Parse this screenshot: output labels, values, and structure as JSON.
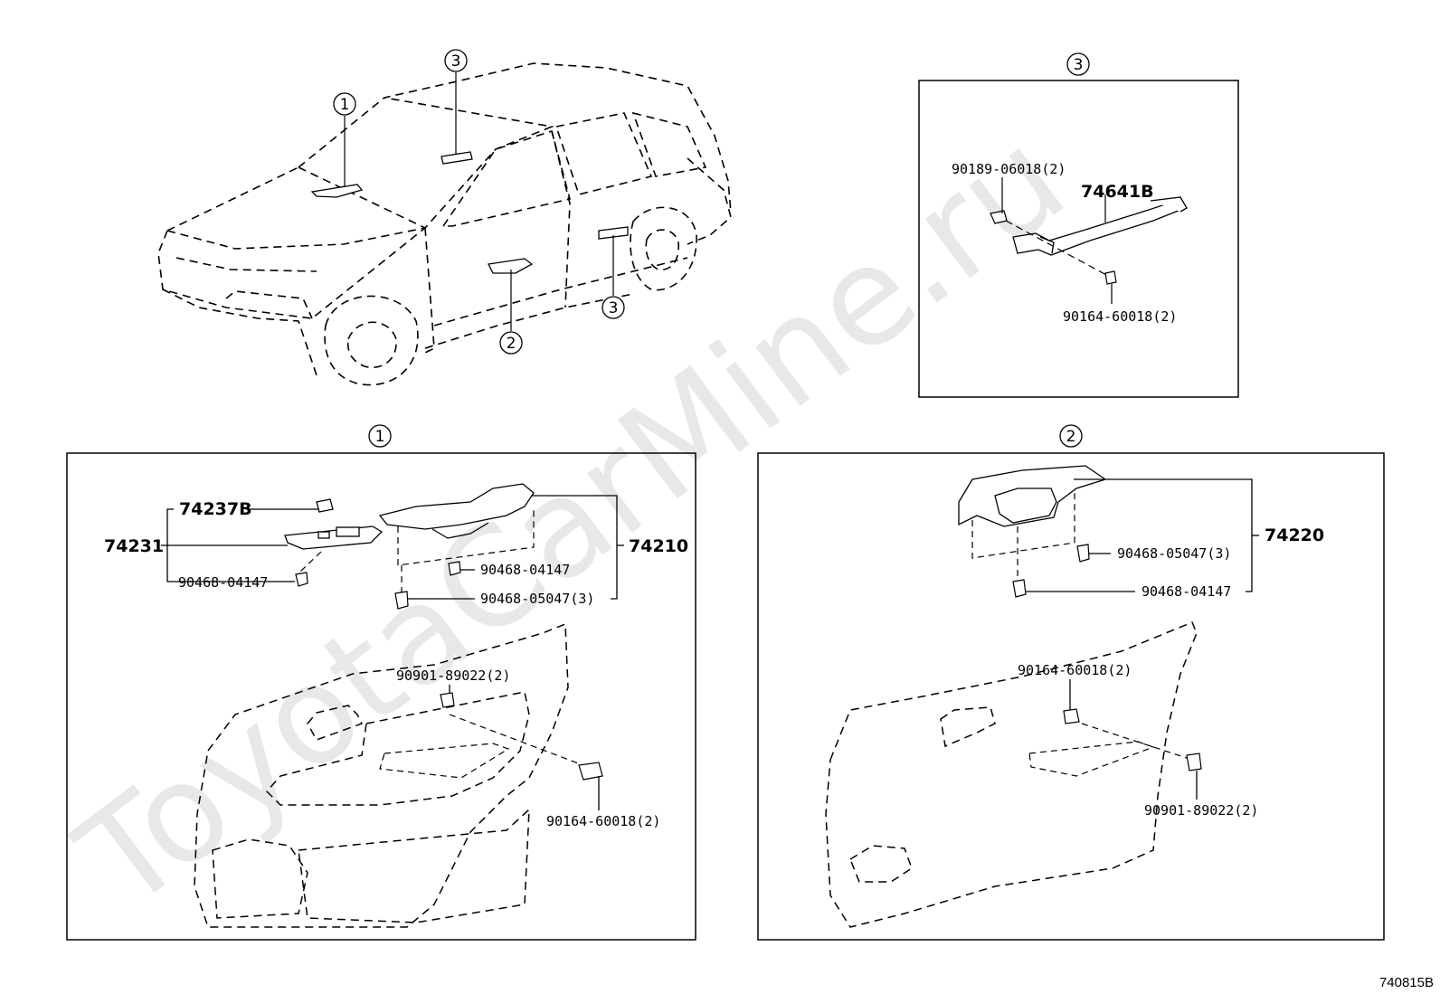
{
  "watermark": "ToyotaCarMine.ru",
  "figure_code": "740815B",
  "callouts": {
    "one": "1",
    "two": "2",
    "three": "3"
  },
  "overview": {
    "callout_1": "1",
    "callout_2": "2",
    "callout_3_roof": "3",
    "callout_3_rear": "3"
  },
  "panel_1": {
    "title": "1",
    "parts": {
      "p74237B": "74237B",
      "p74231": "74231",
      "p74210": "74210",
      "clip_a": "90468-04147",
      "clip_b": "90468-04147",
      "clip_c": "90468-05047(3)",
      "nut": "90901-89022(2)",
      "screw": "90164-60018(2)"
    }
  },
  "panel_2": {
    "title": "2",
    "parts": {
      "p74220": "74220",
      "clip_a": "90468-05047(3)",
      "clip_b": "90468-04147",
      "screw": "90164-60018(2)",
      "nut": "90901-89022(2)"
    }
  },
  "panel_3": {
    "title": "3",
    "parts": {
      "p74641B": "74641B",
      "cap": "90189-06018(2)",
      "screw": "90164-60018(2)"
    }
  }
}
